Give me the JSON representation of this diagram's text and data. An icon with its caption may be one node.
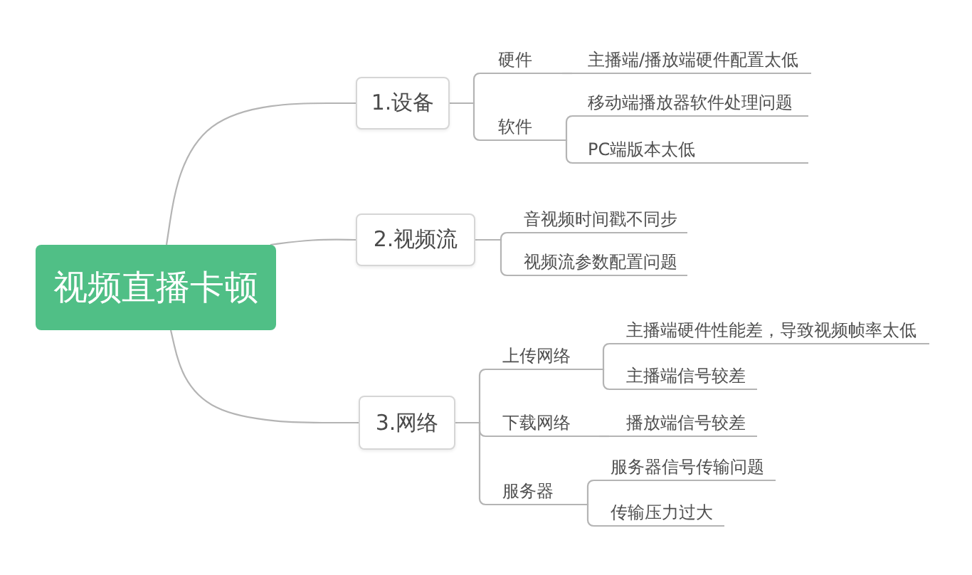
{
  "diagram": {
    "nodes": [
      {
        "text": [
          "视频直播卡顿"
        ]
      },
      {
        "text": [
          "1.设备"
        ]
      },
      {
        "text": [
          "硬件"
        ]
      },
      {
        "text": [
          "主播端/播放端硬件配置太低"
        ]
      },
      {
        "text": [
          "软件"
        ]
      },
      {
        "text": [
          "移动端播放器软件处理问题"
        ]
      },
      {
        "text": [
          "PC端版本太低"
        ]
      },
      {
        "text": [
          "2.视频流"
        ]
      },
      {
        "text": [
          "音视频时间戳不同步"
        ]
      },
      {
        "text": [
          "视频流参数配置问题"
        ]
      },
      {
        "text": [
          "3.网络"
        ]
      },
      {
        "text": [
          "上传网络"
        ]
      },
      {
        "text": [
          "主播端硬件性能差，导致视频帧率太低"
        ]
      },
      {
        "text": [
          "主播端信号较差"
        ]
      },
      {
        "text": [
          "下载网络"
        ]
      },
      {
        "text": [
          "播放端信号较差"
        ]
      },
      {
        "text": [
          "服务器"
        ]
      },
      {
        "text": [
          "服务器信号传输问题"
        ]
      },
      {
        "text": [
          "传输压力过大"
        ]
      }
    ],
    "edges": [
      {
        "from": 0,
        "to": 1,
        "arrow": "none"
      },
      {
        "from": 1,
        "to": 2,
        "arrow": "none"
      },
      {
        "from": 2,
        "to": 3,
        "arrow": "none"
      },
      {
        "from": 1,
        "to": 4,
        "arrow": "none"
      },
      {
        "from": 4,
        "to": 5,
        "arrow": "none"
      },
      {
        "from": 4,
        "to": 6,
        "arrow": "none"
      },
      {
        "from": 0,
        "to": 7,
        "arrow": "none"
      },
      {
        "from": 7,
        "to": 8,
        "arrow": "none"
      },
      {
        "from": 7,
        "to": 9,
        "arrow": "none"
      },
      {
        "from": 0,
        "to": 10,
        "arrow": "none"
      },
      {
        "from": 10,
        "to": 11,
        "arrow": "none"
      },
      {
        "from": 11,
        "to": 12,
        "arrow": "none"
      },
      {
        "from": 11,
        "to": 13,
        "arrow": "none"
      },
      {
        "from": 10,
        "to": 14,
        "arrow": "none"
      },
      {
        "from": 14,
        "to": 15,
        "arrow": "none"
      },
      {
        "from": 10,
        "to": 16,
        "arrow": "none"
      },
      {
        "from": 16,
        "to": 17,
        "arrow": "none"
      },
      {
        "from": 16,
        "to": 18,
        "arrow": "none"
      }
    ]
  }
}
